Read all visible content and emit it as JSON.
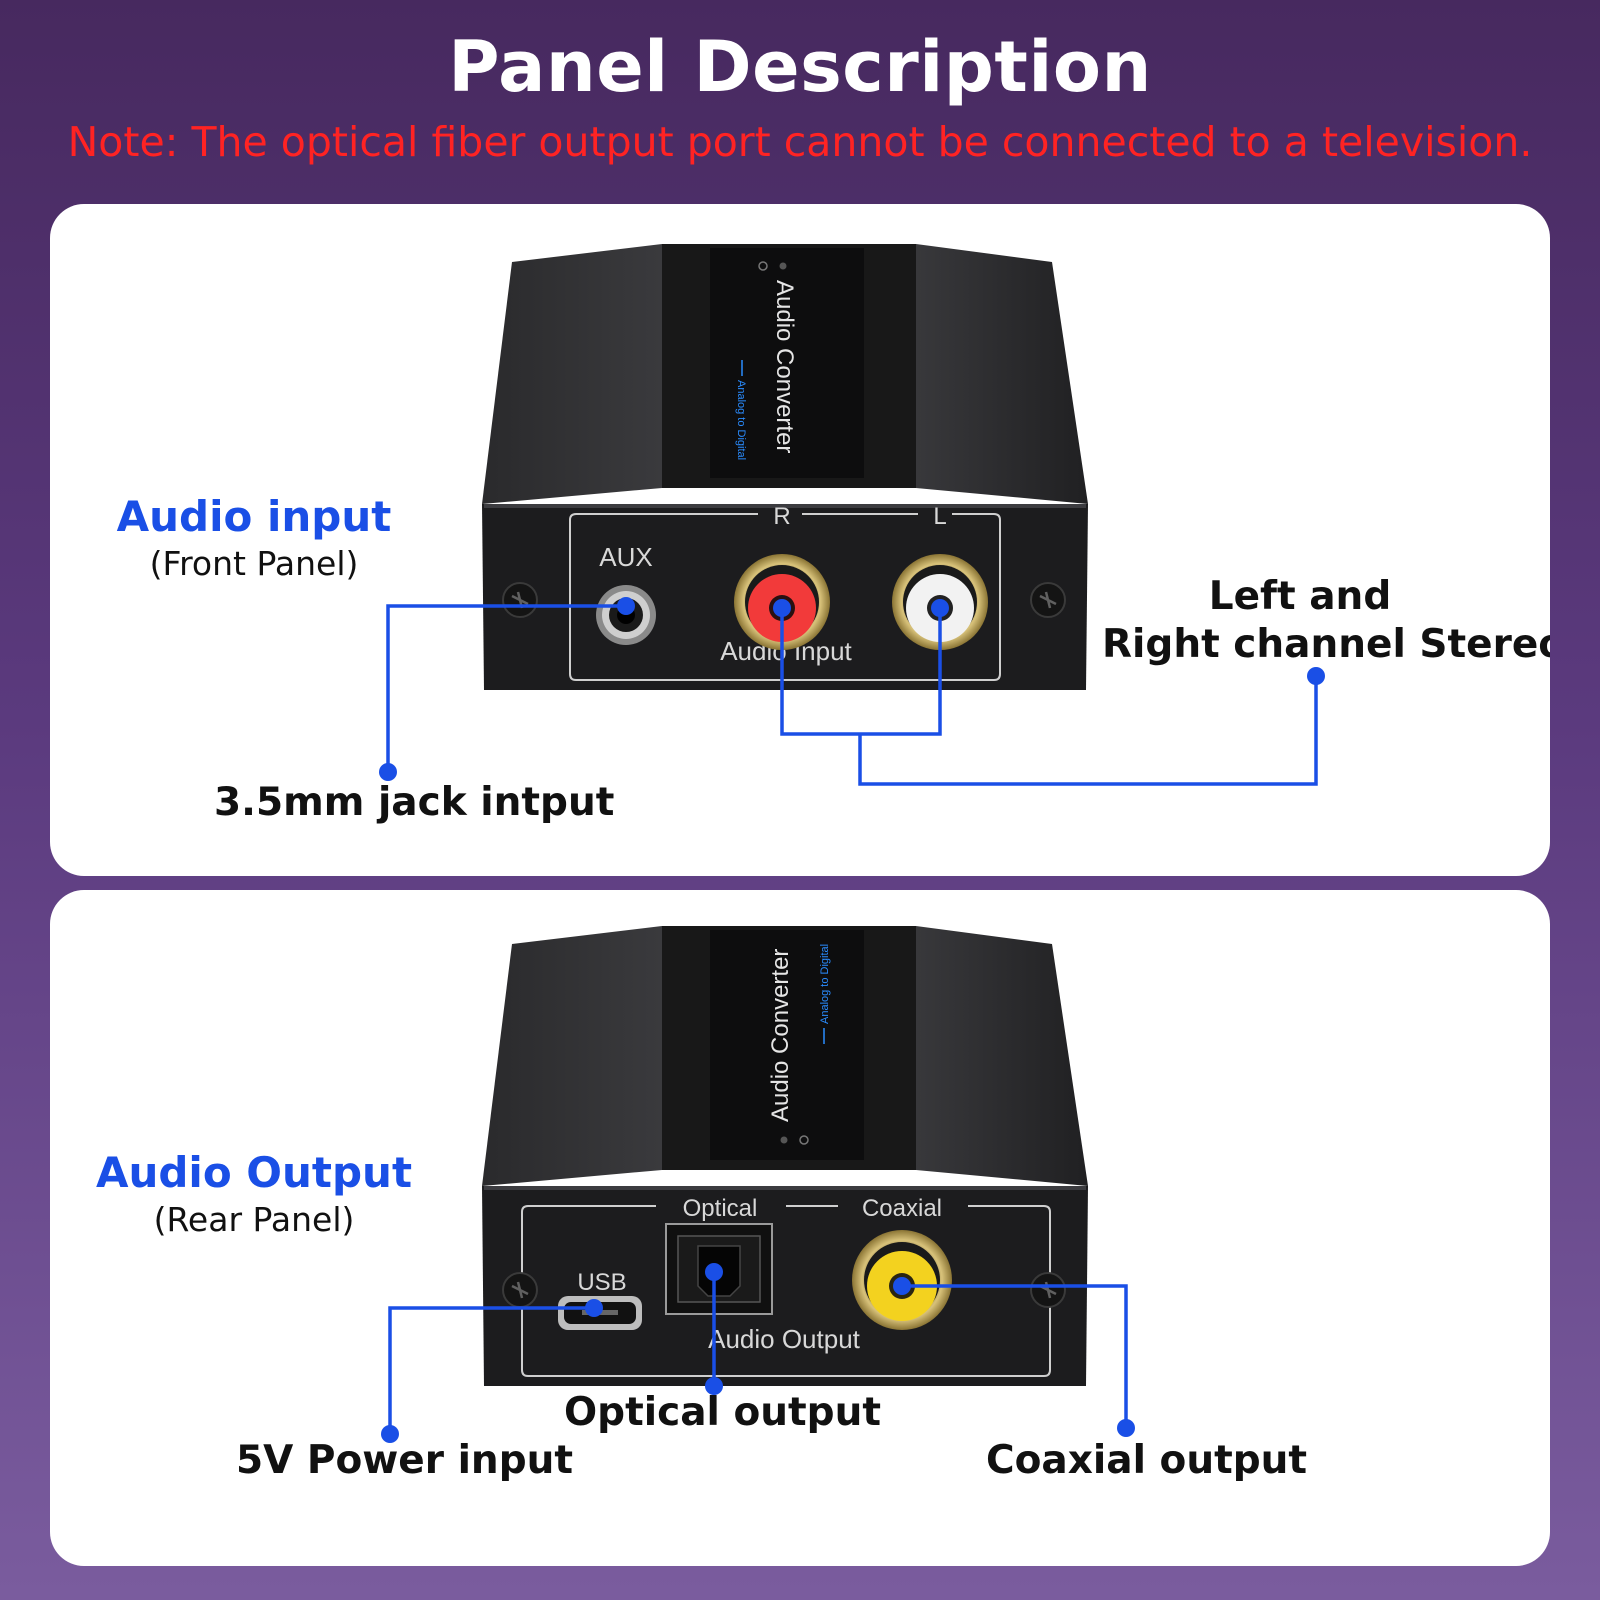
{
  "header": {
    "title": "Panel Description",
    "note": "Note: The optical fiber output port cannot be connected to a television."
  },
  "colors": {
    "accent_blue": "#1a4fe6",
    "note_red": "#ff2323",
    "device_body": "#1c1c1e"
  },
  "front_panel": {
    "device_title": "Audio Converter",
    "device_subtitle": "Analog to Digital",
    "port_labels": {
      "aux": "AUX",
      "r": "R",
      "l": "L",
      "group": "Audio Input"
    },
    "callouts": {
      "heading": "Audio input",
      "heading_sub": "(Front Panel)",
      "aux": "3.5mm jack intput",
      "rca_line1": "Left and",
      "rca_line2": "Right channel Stereo"
    }
  },
  "rear_panel": {
    "device_title": "Audio Converter",
    "device_subtitle": "Analog to Digital",
    "port_labels": {
      "usb": "USB",
      "optical": "Optical",
      "coaxial": "Coaxial",
      "group": "Audio Output"
    },
    "callouts": {
      "heading": "Audio Output",
      "heading_sub": "(Rear Panel)",
      "power": "5V Power input",
      "optical": "Optical output",
      "coaxial": "Coaxial output"
    }
  }
}
